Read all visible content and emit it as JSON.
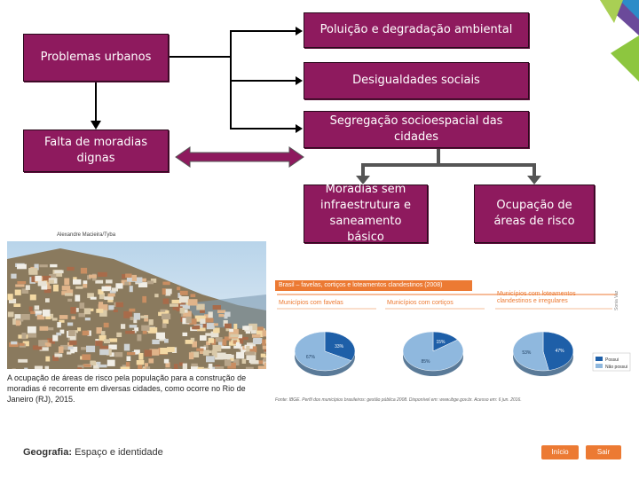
{
  "diagram": {
    "nodes": {
      "problemas": "Problemas urbanos",
      "falta": "Falta de moradias dignas",
      "poluicao": "Poluição e degradação ambiental",
      "desigualdades": "Desigualdades sociais",
      "segregacao": "Segregação socioespacial das cidades",
      "moradias": "Moradias sem infraestrutura e saneamento básico",
      "ocupacao": "Ocupação de áreas de risco"
    },
    "box_color": "#8e1a5e"
  },
  "photo": {
    "credit": "Alexandre Macieira/Tyba",
    "caption": "A ocupação de áreas de risco pela população para a construção de moradias é recorrente em diversas cidades, como ocorre no Rio de Janeiro (RJ), 2015."
  },
  "chart_data": {
    "type": "pie",
    "title": "Brasil – favelas, cortiços e loteamentos clandestinos (2008)",
    "charts": [
      {
        "title": "Municípios com favelas",
        "values": [
          33,
          67
        ],
        "labels": [
          "33%",
          "67%"
        ]
      },
      {
        "title": "Municípios com cortiços",
        "values": [
          15,
          85
        ],
        "labels": [
          "15%",
          "85%"
        ]
      },
      {
        "title": "Municípios com loteamentos clandestinos e irregulares",
        "values": [
          47,
          53
        ],
        "labels": [
          "47%",
          "53%"
        ]
      }
    ],
    "legend": [
      "Possui",
      "Não possui"
    ],
    "colors": [
      "#1e5fa8",
      "#8fb8de"
    ],
    "source": "Fonte: IBGE. Perfil dos municípios brasileiros: gestão pública 2008. Disponível em: www.ibge.gov.br. Acesso em: 6 jun. 2016.",
    "vertical_credit": "Sonia Vaz"
  },
  "footer": {
    "subject_bold": "Geografia:",
    "subject_rest": " Espaço e identidade",
    "inicio": "Início",
    "sair": "Sair"
  },
  "accent": "#ec7a33"
}
